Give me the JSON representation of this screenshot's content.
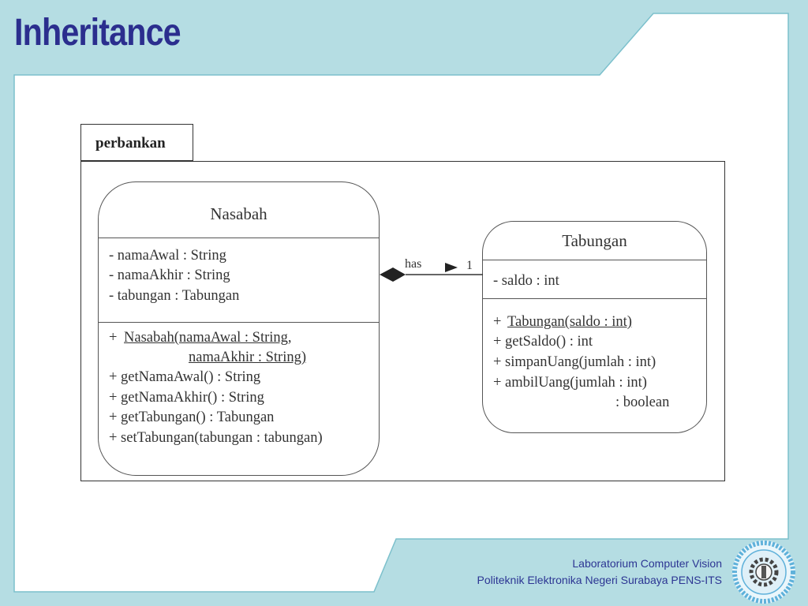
{
  "slide": {
    "title": "Inheritance",
    "footer_line1": "Laboratorium Computer Vision",
    "footer_line2": "Politeknik Elektronika Negeri Surabaya PENS-ITS",
    "colors": {
      "background": "#b5dde3",
      "panel": "#ffffff",
      "title": "#2b2e8e",
      "footer": "#2c3593"
    }
  },
  "diagram": {
    "package_name": "perbankan",
    "classes": [
      {
        "name": "Nasabah",
        "attributes": [
          "- namaAwal : String",
          "- namaAkhir : String",
          "- tabungan : Tabungan"
        ],
        "operations": [
          "+ ",
          "Nasabah(namaAwal : String,",
          "namaAkhir : String)",
          "+ getNamaAwal() : String",
          "+ getNamaAkhir() : String",
          "+ getTabungan() : Tabungan",
          "+ setTabungan(tabungan : tabungan)"
        ]
      },
      {
        "name": "Tabungan",
        "attributes": [
          "- saldo : int"
        ],
        "operations": [
          "+ ",
          "Tabungan(saldo : int)",
          "+ getSaldo() : int",
          "+ simpanUang(jumlah : int)",
          "+ ambilUang(jumlah : int)",
          ": boolean"
        ]
      }
    ],
    "association": {
      "label": "has",
      "multiplicity": "1",
      "type": "composition"
    }
  }
}
